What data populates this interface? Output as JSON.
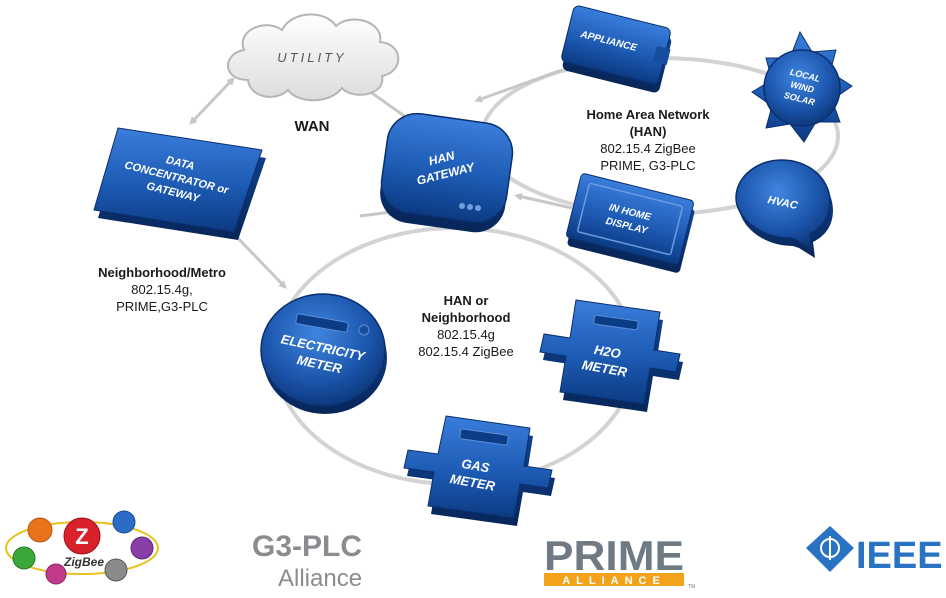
{
  "nodes": {
    "utility": "UTILITY",
    "data_concentrator": [
      "DATA",
      "CONCENTRATOR or",
      "GATEWAY"
    ],
    "han_gateway": [
      "HAN",
      "GATEWAY"
    ],
    "appliance": "APPLIANCE",
    "local_wind_solar": [
      "LOCAL",
      "WIND",
      "SOLAR"
    ],
    "hvac": "HVAC",
    "in_home_display": [
      "IN HOME",
      "DISPLAY"
    ],
    "electricity_meter": [
      "ELECTRICITY",
      "METER"
    ],
    "h2o_meter": [
      "H2O",
      "METER"
    ],
    "gas_meter": [
      "GAS",
      "METER"
    ]
  },
  "labels": {
    "wan": "WAN",
    "han_title": "Home Area Network",
    "han_abbr": "(HAN)",
    "han_proto1": "802.15.4 ZigBee",
    "han_proto2": "PRIME, G3-PLC",
    "nbr_title": "Neighborhood/Metro",
    "nbr_proto1": "802.15.4g,",
    "nbr_proto2": "PRIME,G3-PLC",
    "hann_title1": "HAN or",
    "hann_title2": "Neighborhood",
    "hann_proto1": "802.15.4g",
    "hann_proto2": "802.15.4 ZigBee"
  },
  "logos": {
    "zigbee": "ZigBee",
    "g3_top": "G3-PLC",
    "g3_bottom": "Alliance",
    "prime_top": "PRIME",
    "prime_bottom": "ALLIANCE",
    "prime_tm": "TM",
    "ieee": "IEEE"
  },
  "colors": {
    "device_blue": "#1d5bb4",
    "device_dark": "#0c3a82",
    "ring_gray": "#cfcfcf",
    "g3_green": "#2e9a4a",
    "prime_orange": "#f2a21b",
    "ieee_blue": "#2a73c2"
  }
}
